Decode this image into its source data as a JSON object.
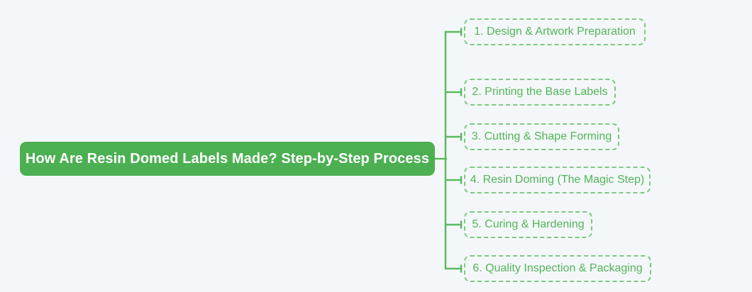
{
  "diagram": {
    "type": "mindmap",
    "background_color": "#f4f7f9",
    "root": {
      "label": "How Are Resin Domed Labels Made? Step-by-Step Process",
      "fill_color": "#4cb052",
      "text_color": "#ffffff"
    },
    "children": [
      {
        "label": "1. Design & Artwork Preparation"
      },
      {
        "label": "2. Printing the Base Labels"
      },
      {
        "label": "3. Cutting & Shape Forming"
      },
      {
        "label": "4. Resin Doming (The Magic Step)"
      },
      {
        "label": "5. Curing & Hardening"
      },
      {
        "label": "6. Quality Inspection & Packaging"
      }
    ],
    "colors": {
      "connector_line": "#5dba60",
      "child_border": "#7ec981",
      "child_text": "#53b559"
    }
  }
}
